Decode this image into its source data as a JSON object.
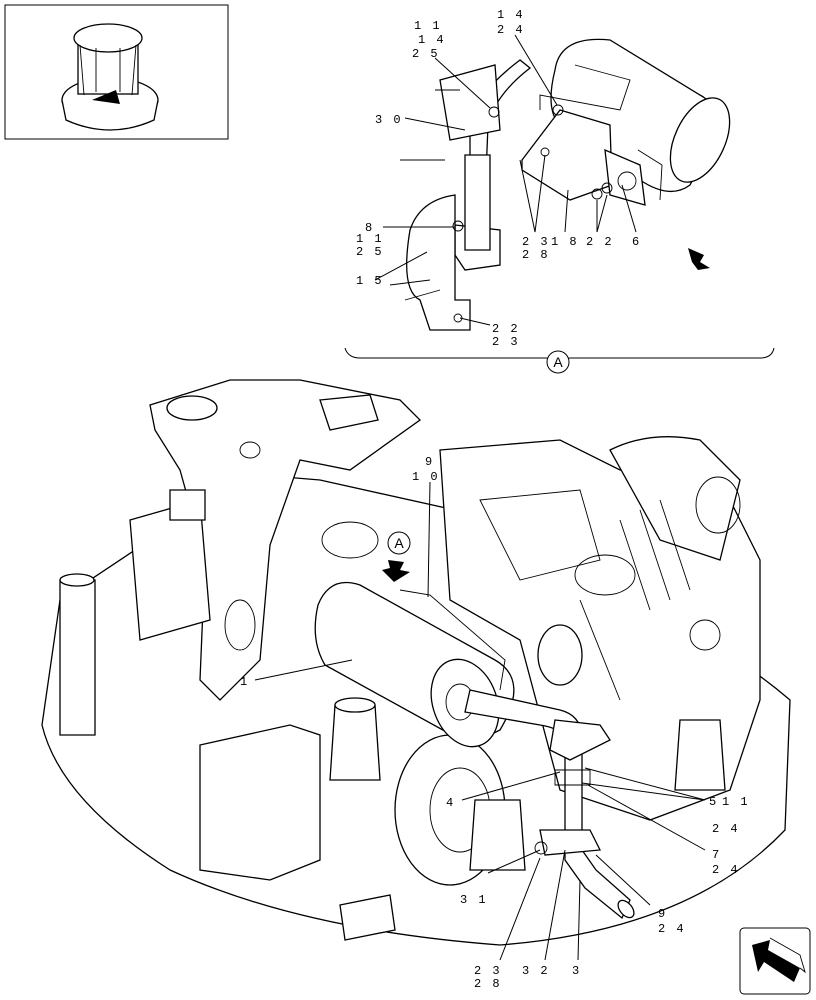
{
  "callouts_detail": [
    {
      "id": "d_11",
      "text": "1 1"
    },
    {
      "id": "d_14a",
      "text": "1 4"
    },
    {
      "id": "d_25a",
      "text": "2 5"
    },
    {
      "id": "d_14b",
      "text": "1 4"
    },
    {
      "id": "d_24a",
      "text": "2 4"
    },
    {
      "id": "d_30",
      "text": "3 0"
    },
    {
      "id": "d_8",
      "text": "8"
    },
    {
      "id": "d_11b",
      "text": "1 1"
    },
    {
      "id": "d_25b",
      "text": "2 5"
    },
    {
      "id": "d_15",
      "text": "1 5"
    },
    {
      "id": "d_23a",
      "text": "2 3"
    },
    {
      "id": "d_28a",
      "text": "2 8"
    },
    {
      "id": "d_18",
      "text": "1 8"
    },
    {
      "id": "d_22a",
      "text": "2 2"
    },
    {
      "id": "d_6",
      "text": "6"
    },
    {
      "id": "d_22b",
      "text": "2 2"
    },
    {
      "id": "d_23b",
      "text": "2 3"
    }
  ],
  "detail_marker": "A",
  "callouts_main": [
    {
      "id": "m_9a",
      "text": "9"
    },
    {
      "id": "m_10",
      "text": "1 0"
    },
    {
      "id": "m_1",
      "text": "1"
    },
    {
      "id": "m_4",
      "text": "4"
    },
    {
      "id": "m_5",
      "text": "5"
    },
    {
      "id": "m_11",
      "text": "1 1"
    },
    {
      "id": "m_24a",
      "text": "2 4"
    },
    {
      "id": "m_7",
      "text": "7"
    },
    {
      "id": "m_24b",
      "text": "2 4"
    },
    {
      "id": "m_9b",
      "text": "9"
    },
    {
      "id": "m_24c",
      "text": "2 4"
    },
    {
      "id": "m_31",
      "text": "3 1"
    },
    {
      "id": "m_23",
      "text": "2 3"
    },
    {
      "id": "m_28",
      "text": "2 8"
    },
    {
      "id": "m_32",
      "text": "3 2"
    },
    {
      "id": "m_3",
      "text": "3"
    }
  ],
  "view_marker": "A"
}
